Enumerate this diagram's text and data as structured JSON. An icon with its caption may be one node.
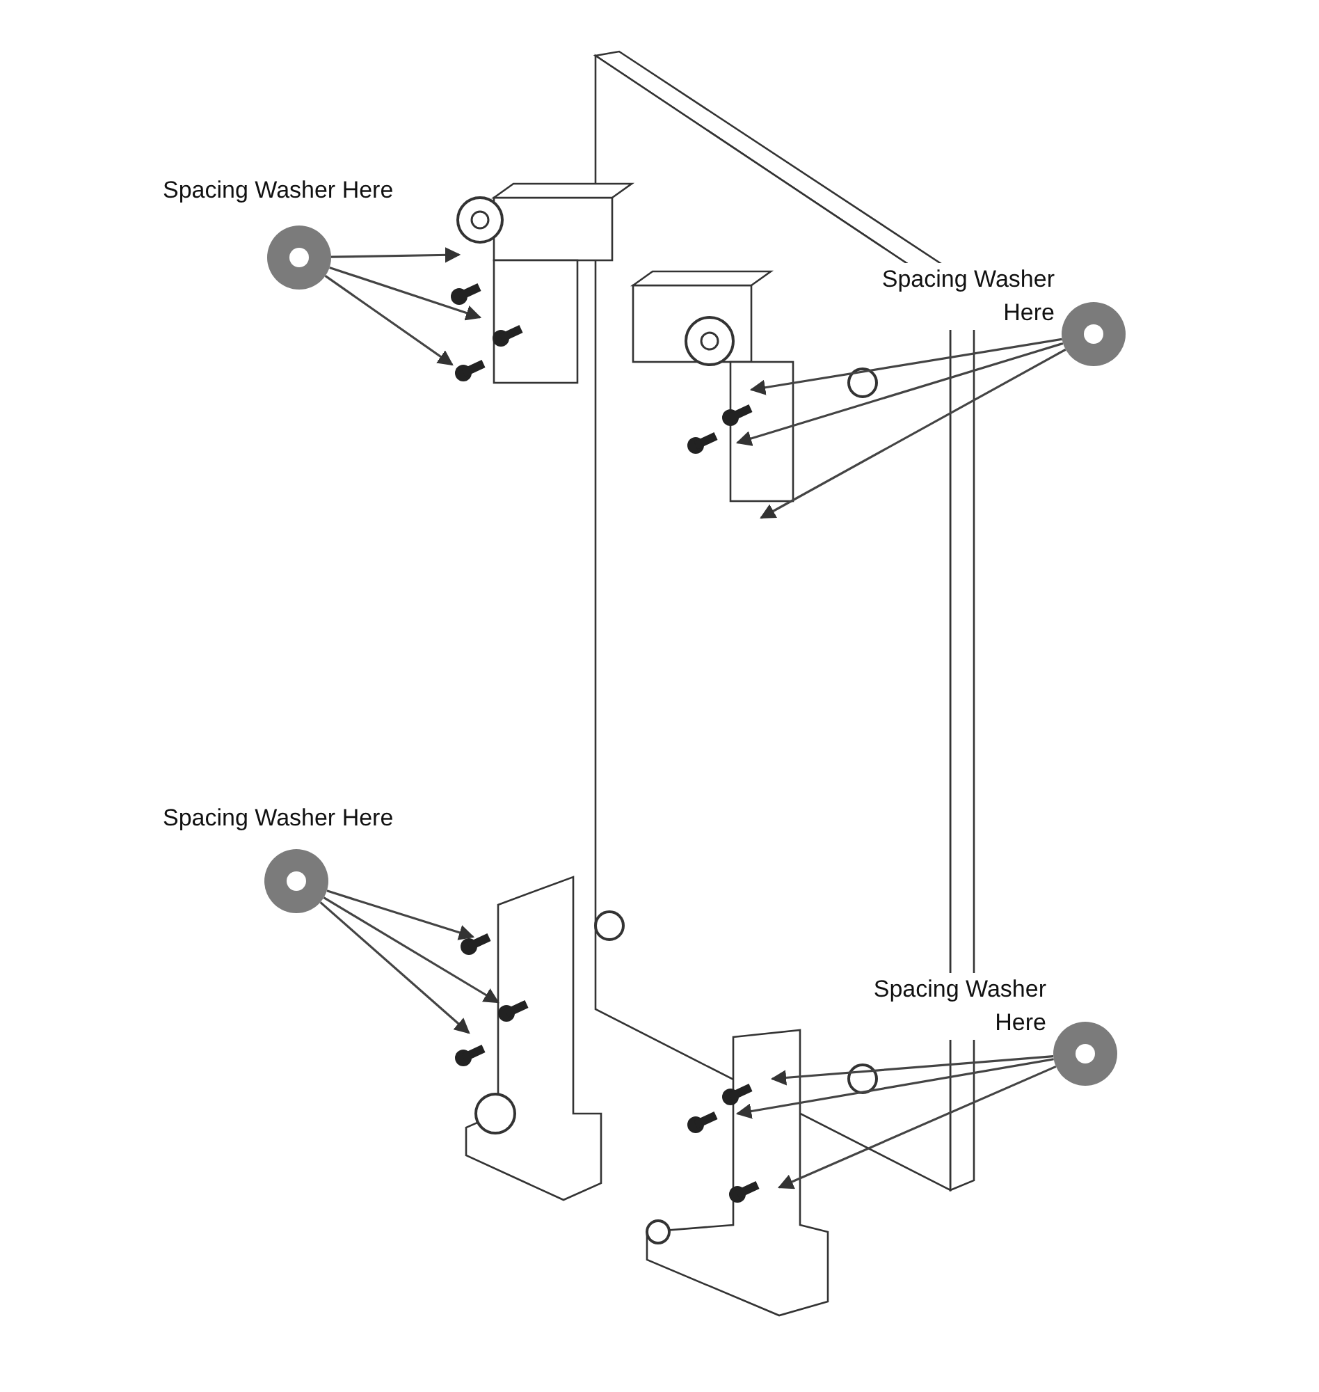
{
  "diagram": {
    "nodes": [
      {
        "text": [],
        "shape": "circle",
        "beside": [
          "Spacing Washer Here"
        ]
      },
      {
        "text": [],
        "shape": "circle",
        "beside": [
          "Spacing Washer Here"
        ]
      },
      {
        "text": [],
        "shape": "circle",
        "beside": [
          "Spacing Washer Here"
        ]
      },
      {
        "text": [],
        "shape": "circle",
        "beside": [
          "Spacing Washer Here"
        ]
      }
    ],
    "edges": [
      {
        "from": 0,
        "to": null,
        "arrow": "to"
      },
      {
        "from": 0,
        "to": null,
        "arrow": "to"
      },
      {
        "from": 0,
        "to": null,
        "arrow": "to"
      },
      {
        "from": 1,
        "to": null,
        "arrow": "to"
      },
      {
        "from": 1,
        "to": null,
        "arrow": "to"
      },
      {
        "from": 1,
        "to": null,
        "arrow": "to"
      },
      {
        "from": 2,
        "to": null,
        "arrow": "to"
      },
      {
        "from": 2,
        "to": null,
        "arrow": "to"
      },
      {
        "from": 2,
        "to": null,
        "arrow": "to"
      },
      {
        "from": 3,
        "to": null,
        "arrow": "to"
      },
      {
        "from": 3,
        "to": null,
        "arrow": "to"
      },
      {
        "from": 3,
        "to": null,
        "arrow": "to"
      }
    ]
  }
}
